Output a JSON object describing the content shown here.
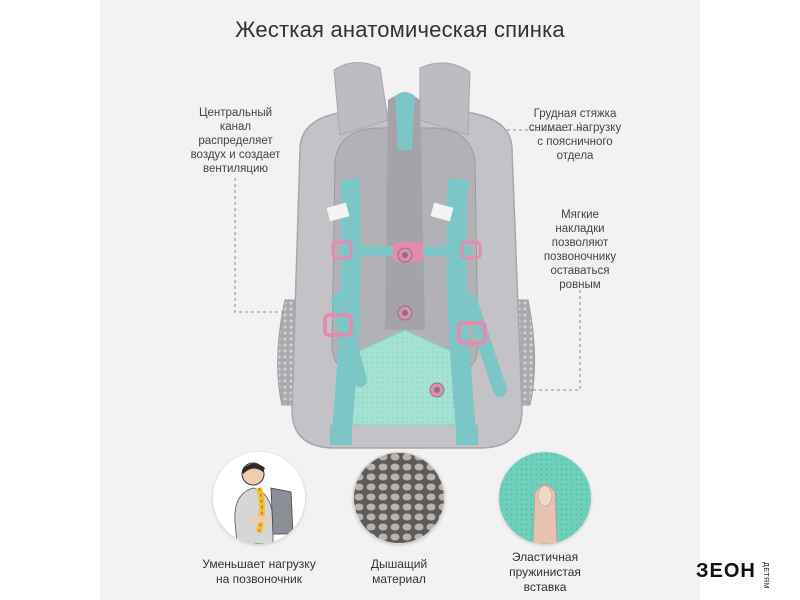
{
  "title": "Жесткая анатомическая спинка",
  "callouts": {
    "left": "Центральный\nканал\nраспределяет\nвоздух и создает\nвентиляцию",
    "right_top": "Грудная стяжка\nснимает нагрузку\nс поясничного\nотдела",
    "right_mid": "Мягкие\nнакладки\nпозволяют\nпозвоночнику\nоставаться\nровным"
  },
  "features": [
    {
      "icon": "spine-support-icon",
      "caption": "Уменьшает нагрузку\nна позвоночник"
    },
    {
      "icon": "mesh-fabric-icon",
      "caption": "Дышащий\nматериал"
    },
    {
      "icon": "elastic-insert-icon",
      "caption": "Эластичная\nпружинистая\nвставка"
    }
  ],
  "brand": {
    "name": "ЗЕОН",
    "sub": "ДЕТЯМ"
  },
  "colors": {
    "body_gray": "#c3c2c6",
    "strap_teal": "#7cc6c8",
    "buckle_pink": "#e58bb0",
    "mint_panel": "#a4e3d4"
  }
}
